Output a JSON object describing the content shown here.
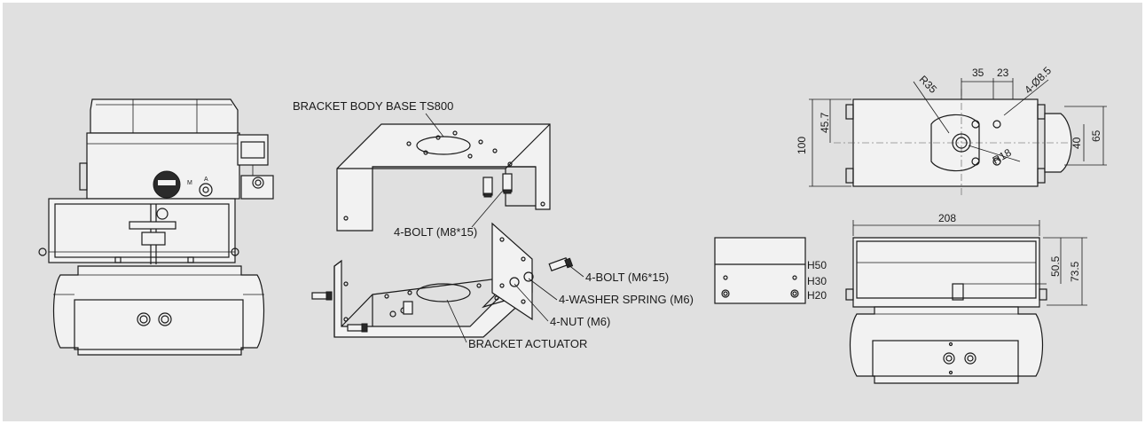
{
  "callouts": {
    "bracket_body_base": "BRACKET BODY BASE TS800",
    "bolt_m8": "4-BOLT (M8*15)",
    "bolt_m6": "4-BOLT (M6*15)",
    "washer_spring": "4-WASHER SPRING (M6)",
    "nut_m6": "4-NUT (M6)",
    "bracket_actuator": "BRACKET ACTUATOR"
  },
  "top_view": {
    "r35": "R35",
    "r18": "R18",
    "d35": "35",
    "d23": "23",
    "hole": "4-Ø8.5",
    "d100": "100",
    "d45_7": "45.7",
    "d40": "40",
    "d65": "65"
  },
  "front_view": {
    "d208": "208",
    "d50_5": "50.5",
    "d73_5": "73.5"
  },
  "height_view": {
    "h50": "H50",
    "h30": "H30",
    "h20": "H20"
  }
}
